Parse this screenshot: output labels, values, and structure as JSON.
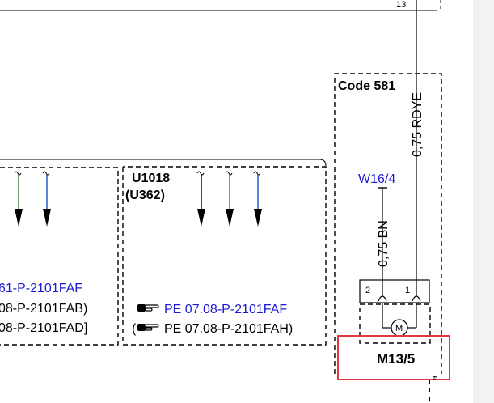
{
  "diagram": {
    "top_number": "13",
    "code_label": "Code 581",
    "wire_rdye": "0,75 RDYE",
    "wire_bn": "0,75 BN",
    "ground_point": "W16/4",
    "pin_2": "2",
    "pin_1": "1",
    "motor_symbol": "M",
    "component": "M13/5",
    "left_refs": [
      "61-P-2101FAF",
      "08-P-2101FAB)",
      "08-P-2101FAD]"
    ],
    "module_name": "U1018",
    "module_alt": "(U362)",
    "module_refs": [
      "PE 07.08-P-2101FAF",
      "PE 07.08-P-2101FAH)"
    ],
    "module_ref2_prefix": "(",
    "side_text": "a"
  },
  "colors": {
    "link": "#1a1ad6",
    "wire_green": "#2e7d32",
    "wire_blue": "#1a4fd6",
    "highlight": "#e0393e"
  }
}
